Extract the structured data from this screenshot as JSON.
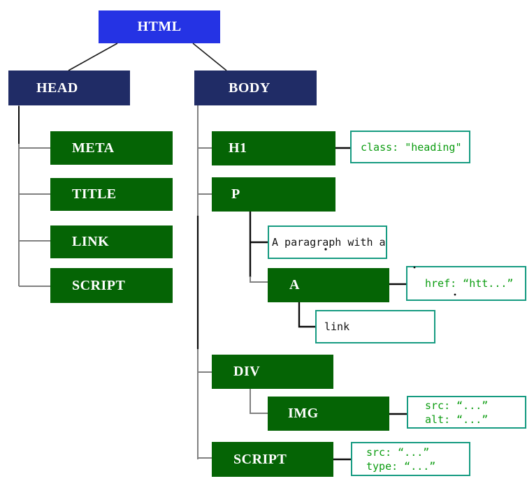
{
  "diagram": {
    "nodes": {
      "html": "HTML",
      "head": "HEAD",
      "body": "BODY",
      "meta": "META",
      "title": "TITLE",
      "link": "LINK",
      "script_head": "SCRIPT",
      "h1": "H1",
      "p": "P",
      "a": "A",
      "div": "DIV",
      "img": "IMG",
      "script_body": "SCRIPT"
    },
    "annotations": {
      "h1_class": "class: \"heading\"",
      "p_text": "A paragraph with a",
      "a_href": "href: “htt...”",
      "a_link_text": "link",
      "img_src": "src: “...”",
      "img_alt": "alt: “...”",
      "script_src": "src: “...”",
      "script_type": "type: “...”"
    },
    "colors": {
      "root_fill": "#2533e4",
      "level1_fill": "#202c66",
      "element_fill": "#056405",
      "annotation_border": "#169b81",
      "annotation_text": "#0b9c10",
      "connector_gray": "#808080",
      "connector_black": "#0a0a0a"
    }
  }
}
